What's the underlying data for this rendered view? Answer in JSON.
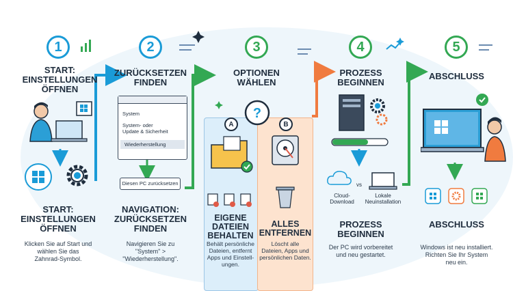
{
  "steps": [
    {
      "num": "1",
      "title": "START:\nEINSTELLUNGEN\nÖFFNEN",
      "heading": "START:\nEINSTELLUNGEN\nÖFFNEN",
      "desc": "Klicken Sie auf Start und\nwählen Sie das\nZahnrad-Symbol.",
      "color": "#1a9bd7"
    },
    {
      "num": "2",
      "title": "ZURÜCKSETZEN\nFINDEN",
      "heading": "NAVIGATION:\nZURÜCKSETZEN\nFINDEN",
      "desc": "Navigieren Sie zu\n\"System\" >\n\"Wiederherstellung\".",
      "color": "#1a9bd7"
    },
    {
      "num": "3",
      "title": "OPTIONEN\nWÄHLEN",
      "color": "#33a853"
    },
    {
      "num": "4",
      "title": "PROZESS\nBEGINNEN",
      "heading": "PROZESS\nBEGINNEN",
      "desc": "Der PC wird vorbereitet\nund neu gestartet.",
      "color": "#33a853"
    },
    {
      "num": "5",
      "title": "ABSCHLUSS",
      "heading": "ABSCHLUSS",
      "desc": "Windows ist neu installiert.\nRichten Sie Ihr System\nneu ein.",
      "color": "#33a853"
    }
  ],
  "menu": {
    "items": [
      "System",
      "System- oder\nUpdate & Sicherheit",
      "Wiederherstellung"
    ]
  },
  "reset_button": "Diesen PC zurücksetzen",
  "options": {
    "a": {
      "letter": "A",
      "heading": "EIGENE\nDATEIEN\nBEHALTEN",
      "desc": "Behält persönliche\nDateien, entfernt\nApps und Einstell-\nungen."
    },
    "b": {
      "letter": "B",
      "heading": "ALLES\nENTFERNEN",
      "desc": "Löscht alle\nDateien, Apps und\npersönlichen Daten."
    }
  },
  "install": {
    "cloud": "Cloud-\nDownload",
    "vs": "vs",
    "local": "Lokale\nNeuinstallation"
  },
  "colors": {
    "blue": "#1a9bd7",
    "green": "#33a853",
    "orange": "#f07b3f",
    "navy": "#1f2d3d"
  }
}
